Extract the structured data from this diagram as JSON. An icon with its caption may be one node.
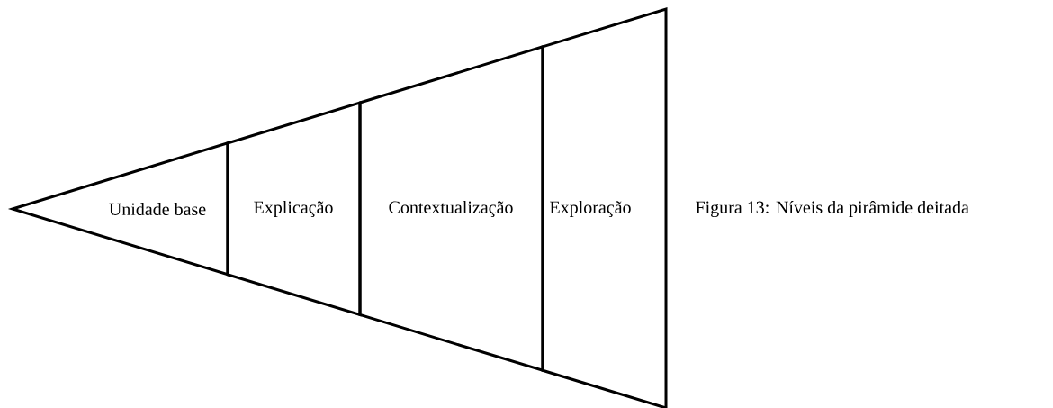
{
  "diagram": {
    "caption": "Figura 13: Níveis da pirâmide deitada",
    "nodes": [
      {
        "text": [
          "Unidade base"
        ]
      },
      {
        "text": [
          "Explicação"
        ]
      },
      {
        "text": [
          "Contextualização"
        ]
      },
      {
        "text": [
          "Exploração"
        ]
      }
    ]
  }
}
